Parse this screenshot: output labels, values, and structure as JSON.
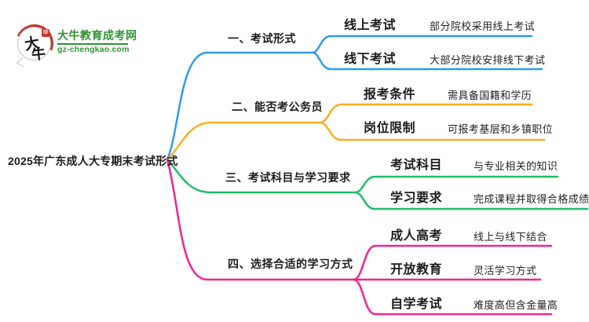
{
  "logo": {
    "seal_top": "大",
    "seal_bottom": "牛",
    "seal_stamp": "印",
    "brand": "大牛教育成考网",
    "domain": "gz-chengkao.com",
    "green": "#2e9532",
    "red": "#c0392b"
  },
  "root": {
    "label": "2025年广东成人大专期末考试形式"
  },
  "branches": [
    {
      "label": "一、考试形式",
      "color": "#2E9BF0",
      "children": [
        {
          "label": "线上考试",
          "detail": "部分院校采用线上考试"
        },
        {
          "label": "线下考试",
          "detail": "大部分院校安排线下考试"
        }
      ]
    },
    {
      "label": "二、能否考公务员",
      "color": "#FFAD1F",
      "children": [
        {
          "label": "报考条件",
          "detail": "需具备国籍和学历"
        },
        {
          "label": "岗位限制",
          "detail": "可报考基层和乡镇职位"
        }
      ]
    },
    {
      "label": "三、考试科目与学习要求",
      "color": "#1CBE68",
      "children": [
        {
          "label": "考试科目",
          "detail": "与专业相关的知识"
        },
        {
          "label": "学习要求",
          "detail": "完成课程并取得合格成绩"
        }
      ]
    },
    {
      "label": "四、选择合适的学习方式",
      "color": "#F2258E",
      "children": [
        {
          "label": "成人高考",
          "detail": "线上与线下结合"
        },
        {
          "label": "开放教育",
          "detail": "灵活学习方式"
        },
        {
          "label": "自学考试",
          "detail": "难度高但含金量高"
        }
      ]
    }
  ]
}
